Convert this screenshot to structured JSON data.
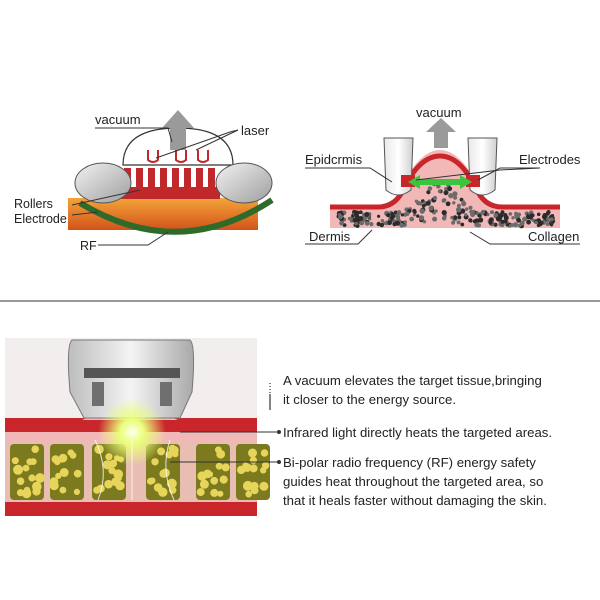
{
  "top_left_diagram": {
    "labels": {
      "vacuum": "vacuum",
      "laser": "laser",
      "rollers": "Rollers",
      "electrode": "Electrode",
      "rf": "RF"
    }
  },
  "top_right_diagram": {
    "labels": {
      "vacuum": "vacuum",
      "epidermis": "Epidcrmis",
      "electrodes": "Electrodes",
      "dermis": "Dermis",
      "collagen": "Collagen"
    }
  },
  "bottom_section": {
    "bullets": [
      {
        "lines": [
          "A vacuum elevates the target tissue,bringing",
          "it closer to the energy source."
        ]
      },
      {
        "lines": [
          "Infrared light directly heats the targeted areas."
        ]
      },
      {
        "lines": [
          "Bi-polar radio frequency (RF) energy safety",
          "guides heat throughout the targeted area, so",
          "that it heals faster without damaging the skin."
        ]
      }
    ]
  },
  "colors": {
    "tissue_red": "#c8262a",
    "tissue_pink": "#f2b8b8",
    "fat_yellow": "#d8c23a",
    "green_arc": "#2e6b2a",
    "orange_layer": "#e06a1a",
    "arrow_gray": "#9a9a9a"
  }
}
